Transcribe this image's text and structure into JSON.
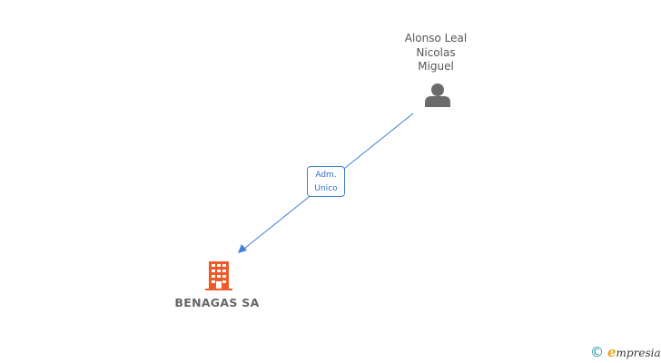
{
  "person": {
    "name_lines": [
      "Alonso Leal",
      "Nicolas",
      "Miguel"
    ],
    "icon": "person-icon"
  },
  "company": {
    "name": "BENAGAS SA",
    "icon": "building-icon",
    "icon_color": "#f05a28"
  },
  "relation": {
    "label_lines": [
      "Adm.",
      "Unico"
    ],
    "line_color": "#3c7fd6"
  },
  "watermark": {
    "symbol": "©",
    "brand_initial": "e",
    "brand_rest": "mpresia",
    "brand_initial_color": "#e8a317"
  }
}
